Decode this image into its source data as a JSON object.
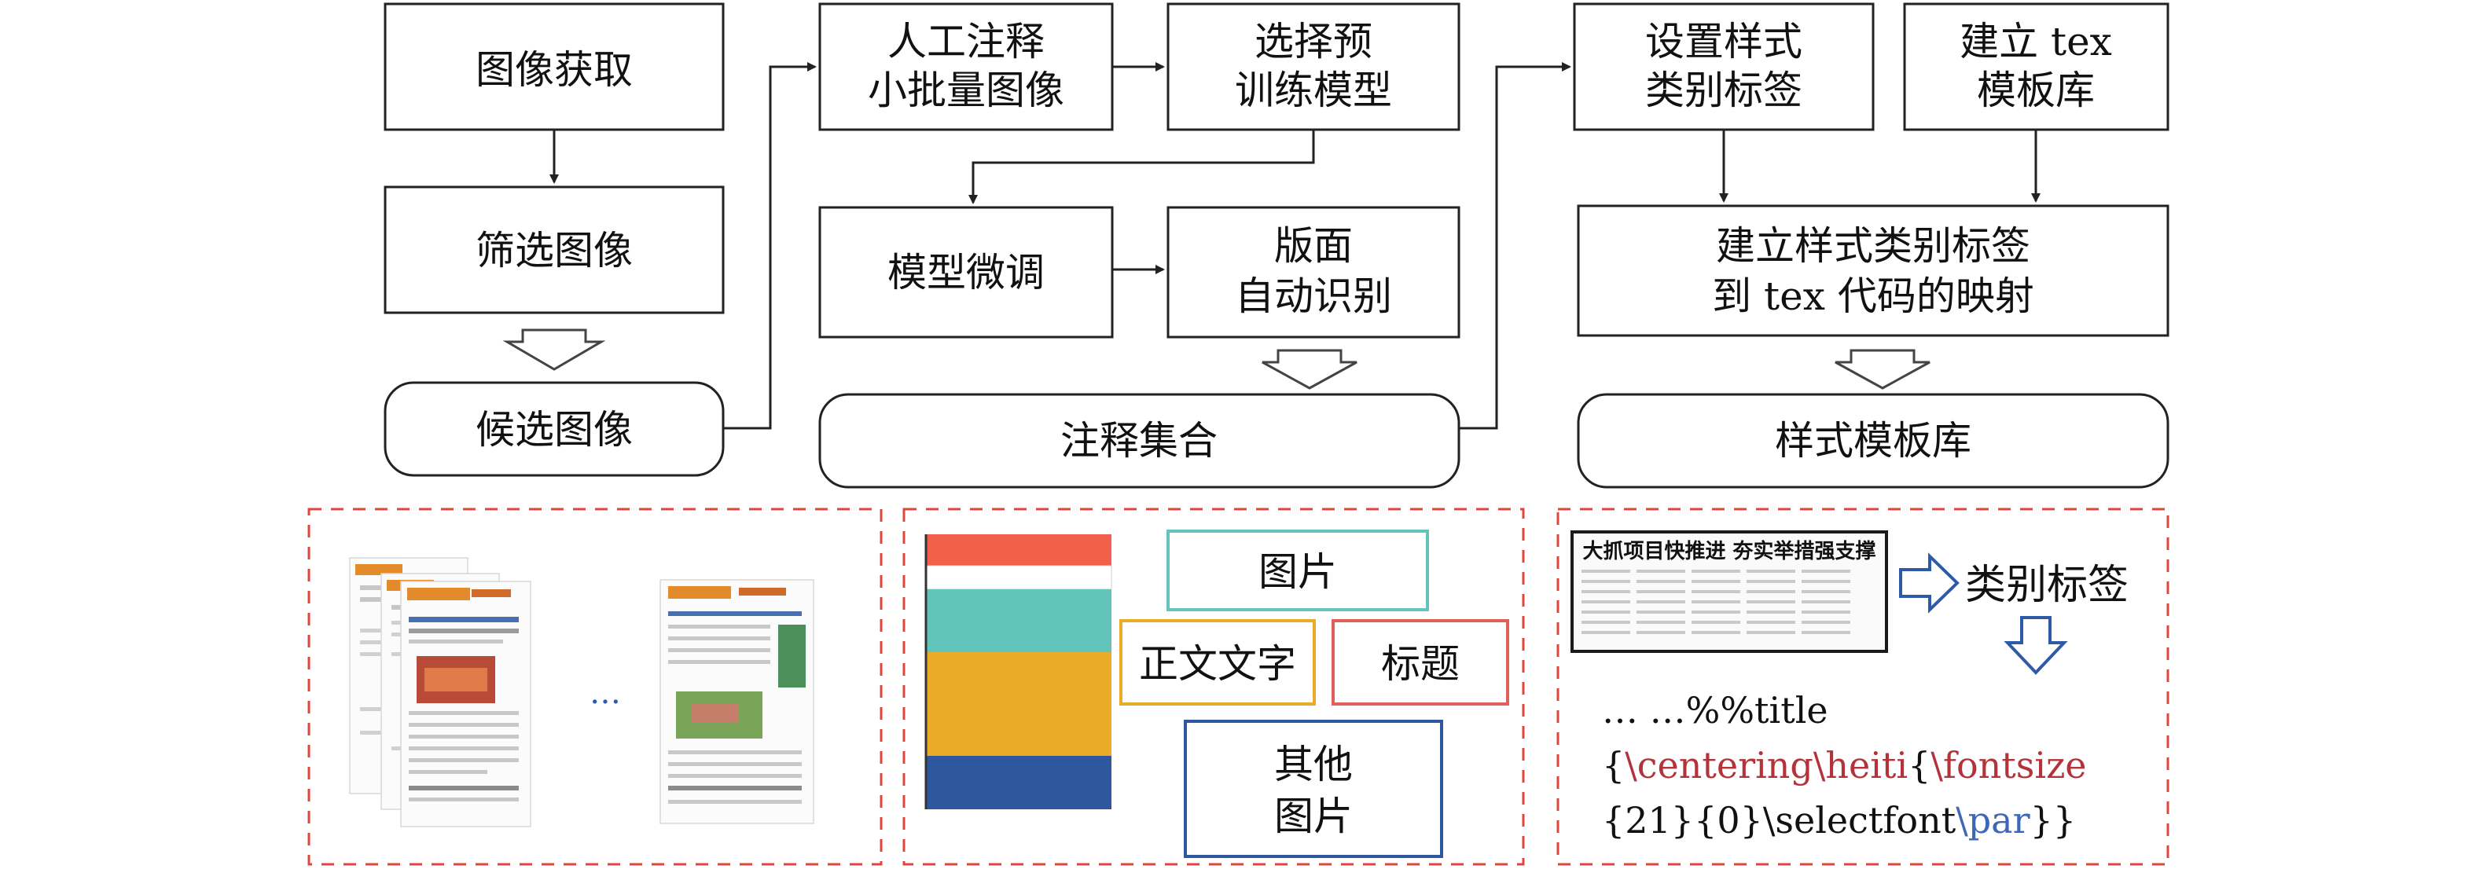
{
  "flow": {
    "acquire": "图像获取",
    "filter": "筛选图像",
    "candidate": "候选图像",
    "annotate": [
      "人工注释",
      "小批量图像"
    ],
    "pretrain": [
      "选择预",
      "训练模型"
    ],
    "finetune": "模型微调",
    "layout_recog": [
      "版面",
      "自动识别"
    ],
    "annotation_set": "注释集合",
    "style_label": [
      "设置样式",
      "类别标签"
    ],
    "tex_lib": [
      "建立 tex",
      "模板库"
    ],
    "mapping": [
      "建立样式类别标签",
      "到 tex 代码的映射"
    ],
    "style_lib": "样式模板库"
  },
  "panel1": {
    "ellipsis": "…"
  },
  "panel2": {
    "picture": "图片",
    "body_text": "正文文字",
    "title": "标题",
    "other": [
      "其他",
      "图片"
    ],
    "colors": {
      "red": "#f0604a",
      "teal": "#62c4bb",
      "orange": "#ebaa28",
      "blue": "#2e57a0"
    }
  },
  "panel3": {
    "headline": "大抓项目快推进 夯实举措强支撑",
    "category_label": "类别标签",
    "code_line1": "… …%%title",
    "code_line2_parts": [
      "{",
      "\\centering\\heiti",
      "{",
      "\\fontsize"
    ],
    "code_line3_parts": [
      "{21}{0}\\selectfont",
      "\\par",
      "}}"
    ]
  }
}
